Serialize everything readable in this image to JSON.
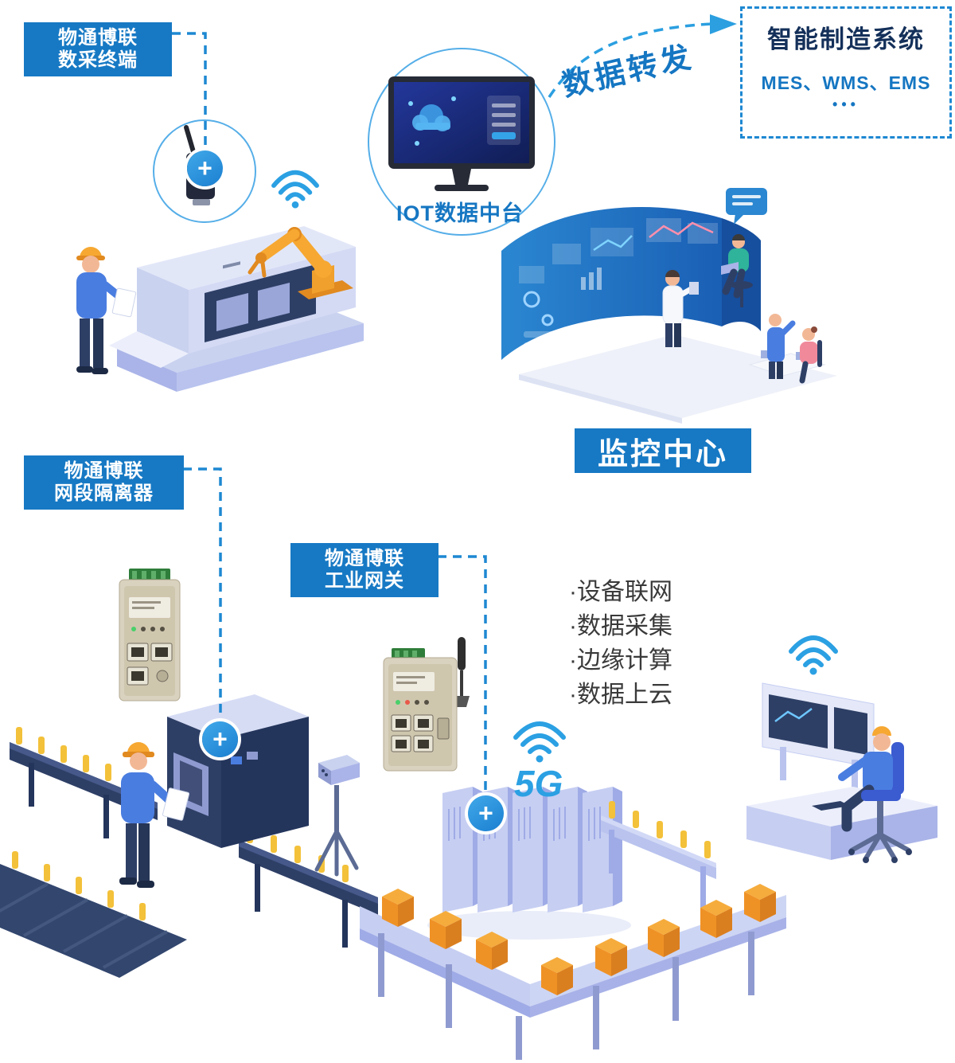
{
  "colors": {
    "label_bg": "#1779c4",
    "accent_blue": "#1576c2",
    "sky_blue": "#2ba0e3",
    "title_navy": "#14305a",
    "feature_text": "#3a3a3a"
  },
  "labels": {
    "terminal": {
      "line1": "物通博联",
      "line2": "数采终端"
    },
    "isolator": {
      "line1": "物通博联",
      "line2": "网段隔离器"
    },
    "gateway": {
      "line1": "物通博联",
      "line2": "工业网关"
    }
  },
  "iot_platform": {
    "caption": "IOT数据中台"
  },
  "data_forward": {
    "text": "数据转发"
  },
  "smart_mfg": {
    "title": "智能制造系统",
    "systems": "MES、WMS、EMS",
    "ellipsis": "•••"
  },
  "monitoring": {
    "caption": "监控中心"
  },
  "features": {
    "items": [
      "·设备联网",
      "·数据采集",
      "·边缘计算",
      "·数据上云"
    ]
  },
  "network": {
    "five_g": "5G"
  },
  "icons": {
    "plus": "+"
  }
}
